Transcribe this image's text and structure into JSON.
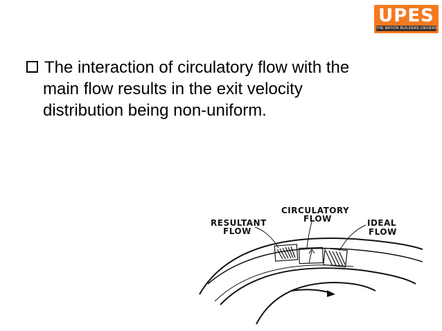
{
  "logo": {
    "name": "UPES",
    "tagline": "THE NATION BUILDERS UNIVERSITY",
    "color": "#f47a20"
  },
  "bullet": {
    "icon": "checkbox-icon",
    "lines": [
      "The interaction of circulatory flow with the",
      "main flow results in the exit velocity",
      "distribution being non-uniform."
    ]
  },
  "diagram": {
    "labels": {
      "circulatory_1": "CIRCULATORY",
      "circulatory_2": "FLOW",
      "resultant_1": "RESULTANT",
      "resultant_2": "FLOW",
      "ideal_1": "IDEAL",
      "ideal_2": "FLOW"
    }
  }
}
